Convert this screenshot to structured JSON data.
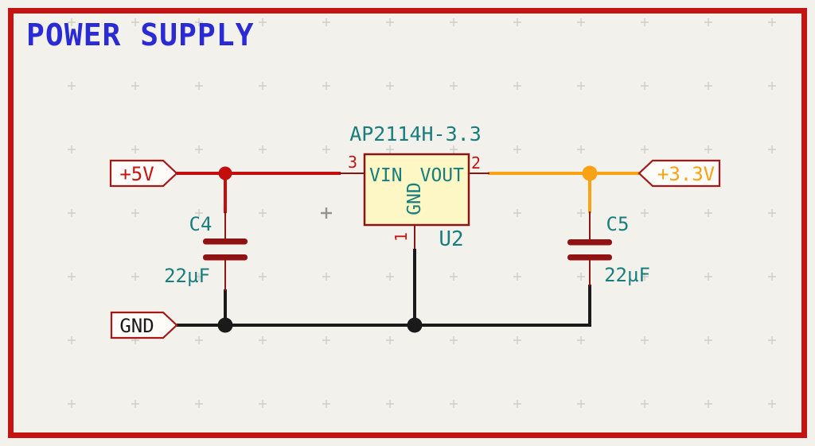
{
  "sheet": {
    "title": "POWER SUPPLY"
  },
  "regulator": {
    "reference": "U2",
    "value": "AP2114H-3.3",
    "pins": {
      "vin": {
        "name": "VIN",
        "number": "3"
      },
      "vout": {
        "name": "VOUT",
        "number": "2"
      },
      "gnd": {
        "name": "GND",
        "number": "1"
      }
    }
  },
  "capacitors": {
    "c4": {
      "reference": "C4",
      "value": "22µF"
    },
    "c5": {
      "reference": "C5",
      "value": "22µF"
    }
  },
  "power_flags": {
    "p5v": {
      "label": "+5V"
    },
    "p3v3": {
      "label": "+3.3V"
    },
    "gnd": {
      "label": "GND"
    }
  },
  "colors": {
    "background": "#F3F1EB",
    "sheet_border": "#C51212",
    "title_blue": "#2B2BD5",
    "net_5v_red": "#C40E0E",
    "net_3v3_orange": "#F9A213",
    "net_gnd_black": "#1A1A1A",
    "symbol_outline_dark_red": "#8B1414",
    "symbol_fill_yellow": "#FDF7C6",
    "label_teal": "#187D7D",
    "flag_outline": "#A51818",
    "grid_cross_gray": "#C9C6BF"
  }
}
